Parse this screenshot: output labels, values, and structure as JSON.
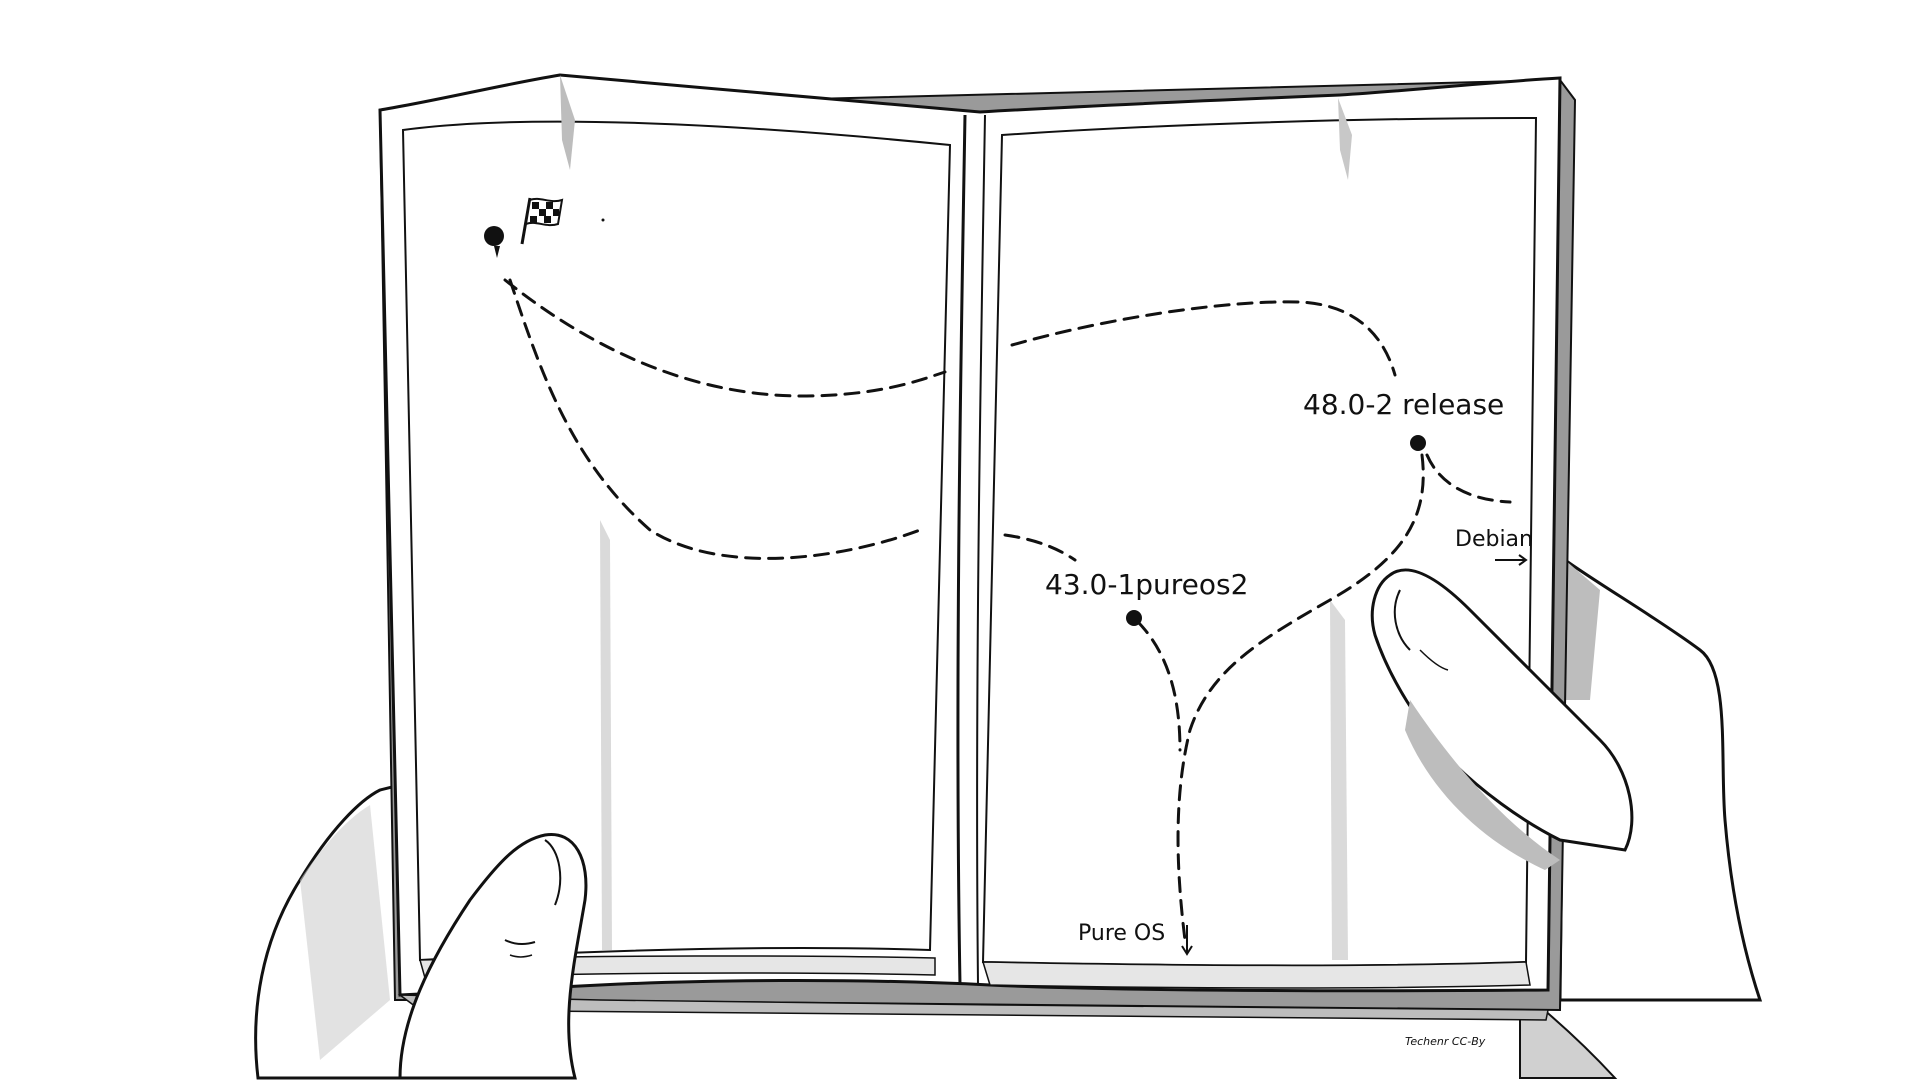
{
  "illustration": {
    "labels": {
      "release": "48.0-2 release",
      "pureos2": "43.0-1pureos2",
      "debian": "Debian",
      "pureos": "Pure OS"
    },
    "signature": "Techenr CC-By",
    "icons": {
      "start_flag": "checkered-flag-icon"
    },
    "colors": {
      "ink": "#111111",
      "paper": "#ffffff",
      "shadow": "#bdbdbd",
      "shadow_dark": "#8a8a8a"
    }
  }
}
